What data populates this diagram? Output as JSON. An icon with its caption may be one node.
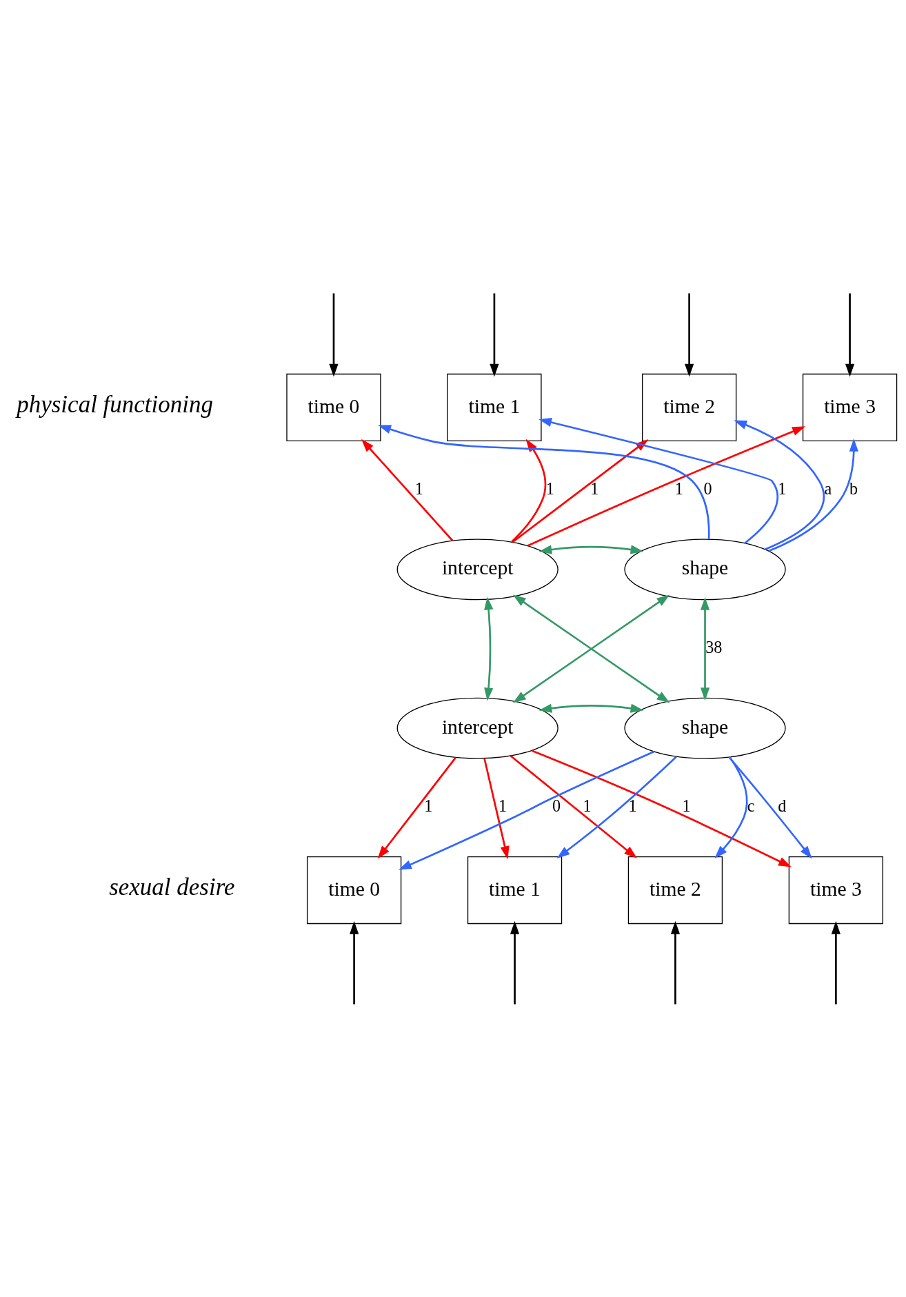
{
  "diagram": {
    "nodes": [
      {
        "text": [
          "time 0"
        ]
      },
      {
        "text": [
          "time 1"
        ]
      },
      {
        "text": [
          "time 2"
        ]
      },
      {
        "text": [
          "time 3"
        ]
      },
      {
        "text": [
          "intercept"
        ]
      },
      {
        "text": [
          "shape"
        ]
      },
      {
        "text": [
          "intercept"
        ]
      },
      {
        "text": [
          "shape"
        ]
      },
      {
        "text": [
          "time 0"
        ]
      },
      {
        "text": [
          "time 1"
        ]
      },
      {
        "text": [
          "time 2"
        ]
      },
      {
        "text": [
          "time 3"
        ]
      }
    ],
    "edges": [
      {
        "from": 4,
        "to": 0,
        "arrow": "to",
        "label": "1",
        "color": "#ff0000"
      },
      {
        "from": 4,
        "to": 1,
        "arrow": "to",
        "label": "1",
        "color": "#ff0000"
      },
      {
        "from": 4,
        "to": 2,
        "arrow": "to",
        "label": "1",
        "color": "#ff0000"
      },
      {
        "from": 4,
        "to": 3,
        "arrow": "to",
        "label": "1",
        "color": "#ff0000"
      },
      {
        "from": 5,
        "to": 0,
        "arrow": "to",
        "label": "0",
        "color": "#3366ff"
      },
      {
        "from": 5,
        "to": 1,
        "arrow": "to",
        "label": "1",
        "color": "#3366ff"
      },
      {
        "from": 5,
        "to": 2,
        "arrow": "to",
        "label": "a",
        "color": "#3366ff"
      },
      {
        "from": 5,
        "to": 3,
        "arrow": "to",
        "label": "b",
        "color": "#3366ff"
      },
      {
        "from": 6,
        "to": 8,
        "arrow": "to",
        "label": "1",
        "color": "#ff0000"
      },
      {
        "from": 6,
        "to": 9,
        "arrow": "to",
        "label": "1",
        "color": "#ff0000"
      },
      {
        "from": 6,
        "to": 10,
        "arrow": "to",
        "label": "1",
        "color": "#ff0000"
      },
      {
        "from": 6,
        "to": 11,
        "arrow": "to",
        "label": "1",
        "color": "#ff0000"
      },
      {
        "from": 7,
        "to": 8,
        "arrow": "to",
        "label": "0",
        "color": "#3366ff"
      },
      {
        "from": 7,
        "to": 9,
        "arrow": "to",
        "label": "1",
        "color": "#3366ff"
      },
      {
        "from": 7,
        "to": 10,
        "arrow": "to",
        "label": "c",
        "color": "#3366ff"
      },
      {
        "from": 7,
        "to": 11,
        "arrow": "to",
        "label": "d",
        "color": "#3366ff"
      },
      {
        "from": 4,
        "to": 5,
        "arrow": "both",
        "color": "#339966"
      },
      {
        "from": 6,
        "to": 7,
        "arrow": "both",
        "color": "#339966"
      },
      {
        "from": 4,
        "to": 6,
        "arrow": "both",
        "color": "#339966"
      },
      {
        "from": 5,
        "to": 7,
        "arrow": "both",
        "label": "38",
        "color": "#339966"
      },
      {
        "from": 4,
        "to": 7,
        "arrow": "both",
        "color": "#339966"
      },
      {
        "from": 5,
        "to": 6,
        "arrow": "both",
        "color": "#339966"
      },
      {
        "from": null,
        "to": 0,
        "arrow": "to",
        "color": "#000000"
      },
      {
        "from": null,
        "to": 1,
        "arrow": "to",
        "color": "#000000"
      },
      {
        "from": null,
        "to": 2,
        "arrow": "to",
        "color": "#000000"
      },
      {
        "from": null,
        "to": 3,
        "arrow": "to",
        "color": "#000000"
      },
      {
        "from": null,
        "to": 8,
        "arrow": "to",
        "color": "#000000"
      },
      {
        "from": null,
        "to": 9,
        "arrow": "to",
        "color": "#000000"
      },
      {
        "from": null,
        "to": 10,
        "arrow": "to",
        "color": "#000000"
      },
      {
        "from": null,
        "to": 11,
        "arrow": "to",
        "color": "#000000"
      }
    ],
    "labels": [
      "physical functioning",
      "sexual desire"
    ]
  }
}
